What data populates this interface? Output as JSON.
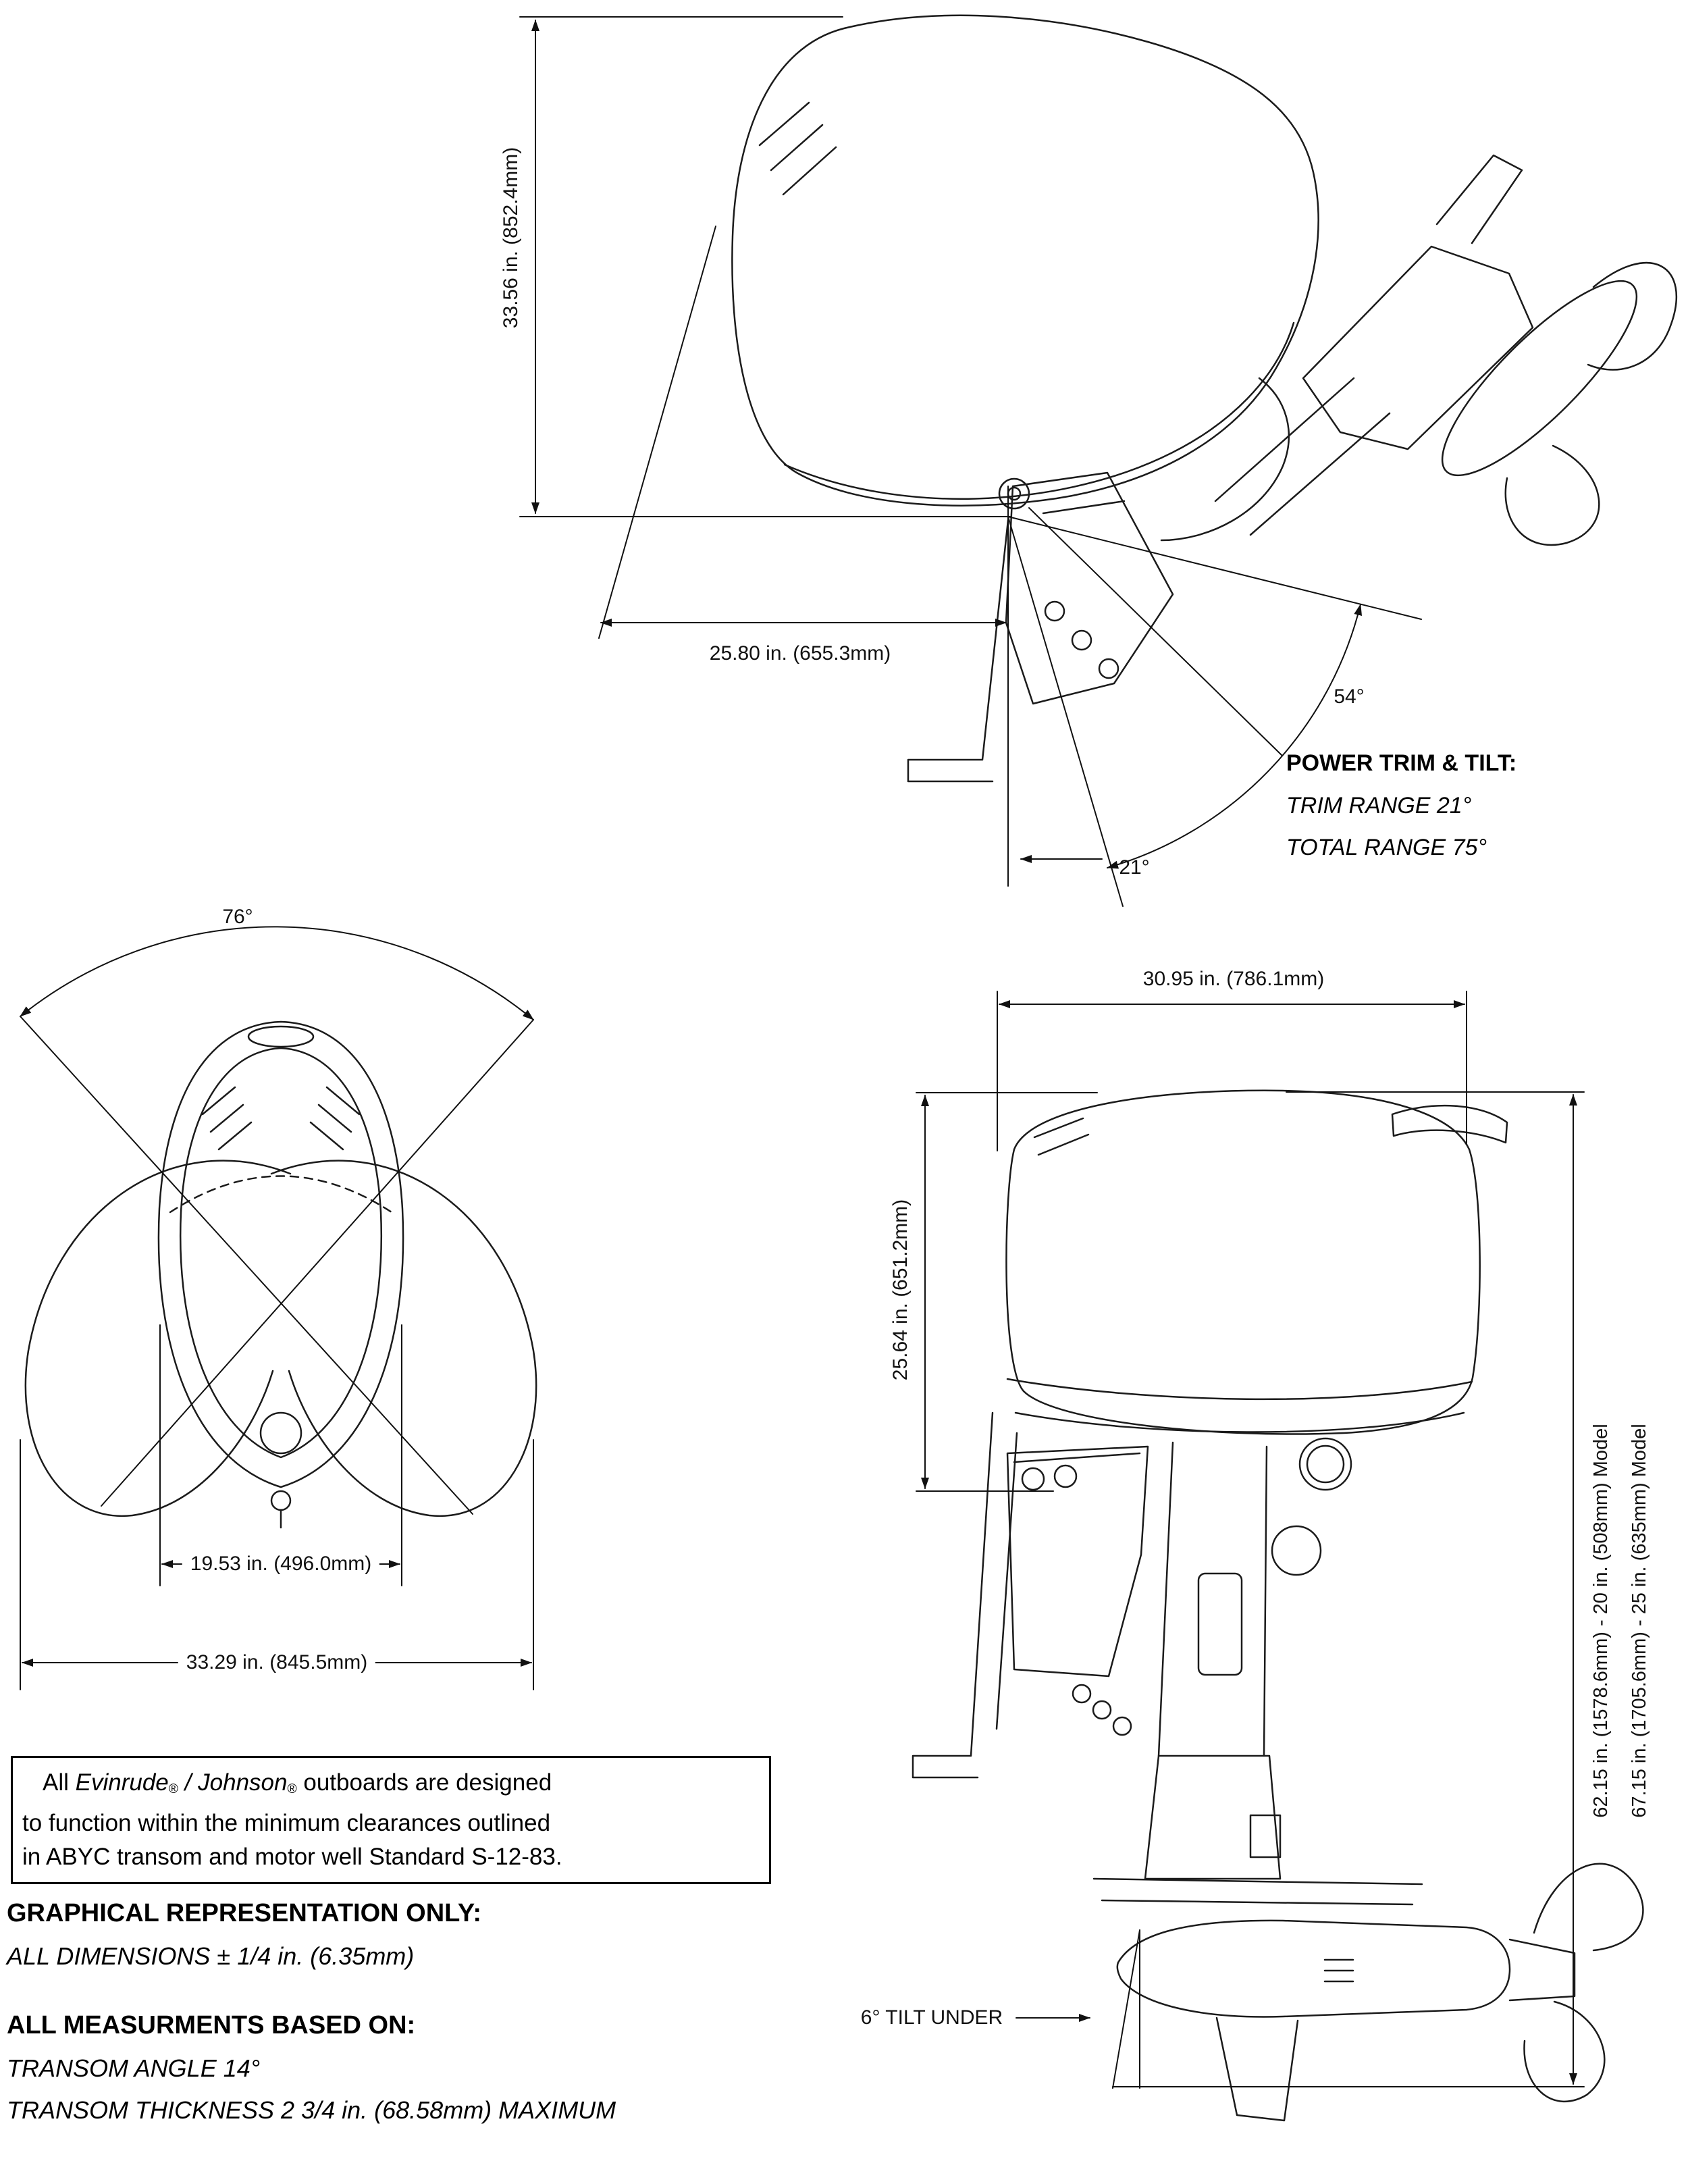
{
  "diagram": {
    "tilted_view": {
      "height_label": "33.56 in. (852.4mm)",
      "width_label": "25.80 in. (655.3mm)",
      "total_tilt_angle": "54°",
      "trim_angle": "21°",
      "power_trim_tilt": {
        "heading": "POWER TRIM & TILT:",
        "trim_range": "TRIM RANGE 21°",
        "total_range": "TOTAL RANGE 75°"
      }
    },
    "top_view": {
      "steering_angle": "76°",
      "cowl_width_label": "19.53 in. (496.0mm)",
      "swing_width_label": "33.29 in. (845.5mm)"
    },
    "side_view": {
      "width_label": "30.95 in. (786.1mm)",
      "cowl_height_label": "25.64 in. (651.2mm)",
      "height_20in_model": "62.15 in. (1578.6mm) - 20 in. (508mm) Model",
      "height_25in_model": "67.15 in. (1705.6mm) - 25 in. (635mm) Model",
      "tilt_under_label": "6° TILT UNDER"
    }
  },
  "notes": {
    "notice_box": {
      "line1_prefix": "All ",
      "brand1": "Evinrude",
      "reg1": "®",
      "separator": " / ",
      "brand2": "Johnson",
      "reg2": "®",
      "line1_suffix": " outboards are designed",
      "line2": "to function within the minimum clearances outlined",
      "line3": "in ABYC transom and motor well Standard S-12-83."
    },
    "graphical": {
      "heading": "GRAPHICAL REPRESENTATION ONLY:",
      "line": "ALL DIMENSIONS ± 1/4 in. (6.35mm)"
    },
    "measurements": {
      "heading": "ALL MEASURMENTS BASED ON:",
      "line1": "TRANSOM ANGLE 14°",
      "line2": "TRANSOM THICKNESS 2 3/4 in. (68.58mm) MAXIMUM"
    }
  }
}
